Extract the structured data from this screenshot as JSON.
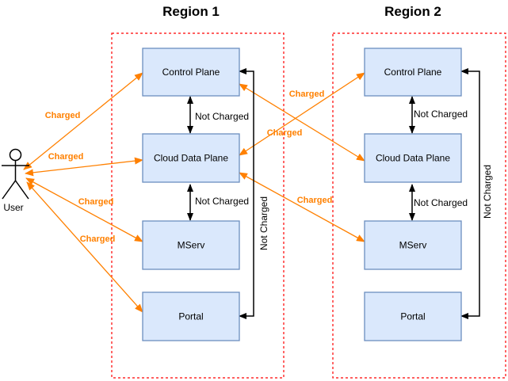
{
  "diagram": {
    "strings": {
      "charged": "Charged",
      "not_charged": "Not Charged"
    },
    "user": {
      "label": "User"
    },
    "regions": [
      {
        "title": "Region 1",
        "nodes": [
          {
            "id": "r1-control-plane",
            "label": "Control Plane"
          },
          {
            "id": "r1-cloud-data-plane",
            "label": "Cloud Data Plane"
          },
          {
            "id": "r1-mserv",
            "label": "MServ"
          },
          {
            "id": "r1-portal",
            "label": "Portal"
          }
        ]
      },
      {
        "title": "Region 2",
        "nodes": [
          {
            "id": "r2-control-plane",
            "label": "Control Plane"
          },
          {
            "id": "r2-cloud-data-plane",
            "label": "Cloud Data Plane"
          },
          {
            "id": "r2-mserv",
            "label": "MServ"
          },
          {
            "id": "r2-portal",
            "label": "Portal"
          }
        ]
      }
    ],
    "edges": [
      {
        "id": "user-r1-control-plane",
        "from": "user",
        "to": "r1-control-plane",
        "label": "Charged",
        "kind": "charged"
      },
      {
        "id": "user-r1-cloud-data-plane",
        "from": "user",
        "to": "r1-cloud-data-plane",
        "label": "Charged",
        "kind": "charged"
      },
      {
        "id": "user-r1-mserv",
        "from": "user",
        "to": "r1-mserv",
        "label": "Charged",
        "kind": "charged"
      },
      {
        "id": "user-r1-portal",
        "from": "user",
        "to": "r1-portal",
        "label": "Charged",
        "kind": "charged"
      },
      {
        "id": "r1-control-plane-r2-cloud-data-plane",
        "from": "r1-control-plane",
        "to": "r2-cloud-data-plane",
        "label": "Charged",
        "kind": "charged"
      },
      {
        "id": "r1-cloud-data-plane-r2-control-plane",
        "from": "r1-cloud-data-plane",
        "to": "r2-control-plane",
        "label": "Charged",
        "kind": "charged"
      },
      {
        "id": "r1-cloud-data-plane-r2-mserv",
        "from": "r1-cloud-data-plane",
        "to": "r2-mserv",
        "label": "Charged",
        "kind": "charged"
      },
      {
        "id": "r1-control-plane-r1-cloud-data-plane",
        "from": "r1-control-plane",
        "to": "r1-cloud-data-plane",
        "label": "Not Charged",
        "kind": "not-charged"
      },
      {
        "id": "r1-cloud-data-plane-r1-mserv",
        "from": "r1-cloud-data-plane",
        "to": "r1-mserv",
        "label": "Not Charged",
        "kind": "not-charged"
      },
      {
        "id": "r1-control-plane-r1-portal",
        "from": "r1-control-plane",
        "to": "r1-portal",
        "label": "Not Charged",
        "kind": "not-charged"
      },
      {
        "id": "r2-control-plane-r2-cloud-data-plane",
        "from": "r2-control-plane",
        "to": "r2-cloud-data-plane",
        "label": "Not Charged",
        "kind": "not-charged"
      },
      {
        "id": "r2-cloud-data-plane-r2-mserv",
        "from": "r2-cloud-data-plane",
        "to": "r2-mserv",
        "label": "Not Charged",
        "kind": "not-charged"
      },
      {
        "id": "r2-control-plane-r2-portal",
        "from": "r2-control-plane",
        "to": "r2-portal",
        "label": "Not Charged",
        "kind": "not-charged"
      }
    ],
    "colors": {
      "node_fill": "#dae8fc",
      "node_border": "#6c8ebf",
      "region_border": "#ff0000",
      "charged": "#ff8000",
      "black_line": "#000000",
      "text": "#000000"
    }
  }
}
